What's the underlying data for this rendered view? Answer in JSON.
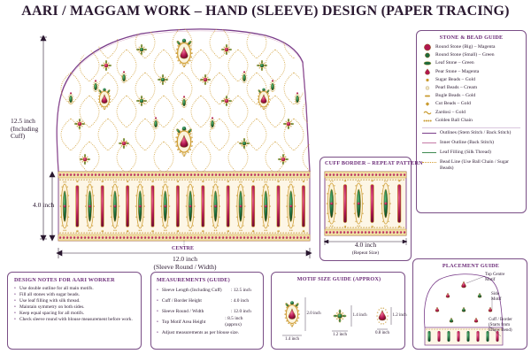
{
  "title": "AARI / MAGGAM WORK – HAND (SLEEVE) DESIGN (PAPER TRACING)",
  "dims": {
    "height_label": "12.5 inch\n(Including\nCuff)",
    "cuff_height": "4.0 inch",
    "width_label": "12.0 inch\n(Sleeve Round / Width)",
    "centre": "CENTRE"
  },
  "legend": {
    "title": "STONE & BEAD GUIDE",
    "items": [
      {
        "label": "Round Stone (Big) – Magenta",
        "color": "#b0174f",
        "shape": "round-big"
      },
      {
        "label": "Round Stone (Small) – Green",
        "color": "#1e6a3c",
        "shape": "round-small"
      },
      {
        "label": "Leaf Stone – Green",
        "color": "#1e6a3c",
        "shape": "leaf"
      },
      {
        "label": "Pear Stone – Magenta",
        "color": "#b0174f",
        "shape": "pear"
      },
      {
        "label": "Sugar Beads – Gold",
        "color": "#c99a2e",
        "shape": "bead"
      },
      {
        "label": "Pearl Beads – Cream",
        "color": "#efe3c0",
        "shape": "pearl"
      },
      {
        "label": "Bugle Beads – Gold",
        "color": "#c99a2e",
        "shape": "bugle"
      },
      {
        "label": "Cut Beads – Gold",
        "color": "#c99a2e",
        "shape": "cut"
      },
      {
        "label": "Zardosi – Gold",
        "color": "#c99a2e",
        "shape": "zardosi"
      },
      {
        "label": "Golden Ball Chain",
        "color": "#c99a2e",
        "shape": "chain"
      }
    ],
    "lines": [
      {
        "label": "Outlines (Stem Stitch / Back Stitch)",
        "color": "#7a3d8a",
        "style": "solid"
      },
      {
        "label": "Inner Outline (Back Stitch)",
        "color": "#c47aa6",
        "style": "solid"
      },
      {
        "label": "Leaf Filling (Silk Thread)",
        "color": "#3f8a52",
        "style": "solid"
      },
      {
        "label": "Bead Line (Use Ball Chain / Sugar Beads)",
        "color": "#d39a2c",
        "style": "dotted"
      }
    ]
  },
  "cuff_repeat": {
    "title": "CUFF BORDER – REPEAT PATTERN",
    "size": "4.0 inch",
    "caption": "(Repeat Size)"
  },
  "notes": {
    "title": "DESIGN NOTES FOR AARI WORKER",
    "items": [
      "Use double outline for all main motifs.",
      "Fill all stones with sugar beads.",
      "Use leaf filling with silk thread.",
      "Maintain symmetry on both sides.",
      "Keep equal spacing for all motifs.",
      "Check sleeve round with blouse measurement before work."
    ]
  },
  "measurements": {
    "title": "MEASUREMENTS (GUIDE)",
    "rows": [
      {
        "k": "Sleeve Length (Including Cuff)",
        "v": ":  12.5 inch"
      },
      {
        "k": "Cuff / Border Height",
        "v": ":  4.0 inch"
      },
      {
        "k": "Sleeve Round / Width",
        "v": ":  12.0 inch"
      },
      {
        "k": "Top Motif Area Height",
        "v": ":  8.5 inch (approx)"
      },
      {
        "k": "Adjust measurements as per blouse size.",
        "v": ""
      }
    ]
  },
  "motif_guide": {
    "title": "MOTIF SIZE GUIDE (APPROX)",
    "motifs": [
      {
        "w": "1.4 inch",
        "h": "2.0 inch"
      },
      {
        "w": "1.2 inch",
        "h": "1.4 inch"
      },
      {
        "w": "0.8 inch",
        "h": "1.2 inch"
      }
    ]
  },
  "placement": {
    "title": "PLACEMENT GUIDE",
    "labels": [
      "Top Centre\nMotif",
      "Side\nMotif",
      "Cuff / Border\n(Starts from\nElbow Bend)"
    ]
  },
  "colors": {
    "outline": "#7a3d8a",
    "magenta": "#b0174f",
    "green": "#1e6a3c",
    "gold": "#c99a2e",
    "cream": "#efe3c0"
  }
}
